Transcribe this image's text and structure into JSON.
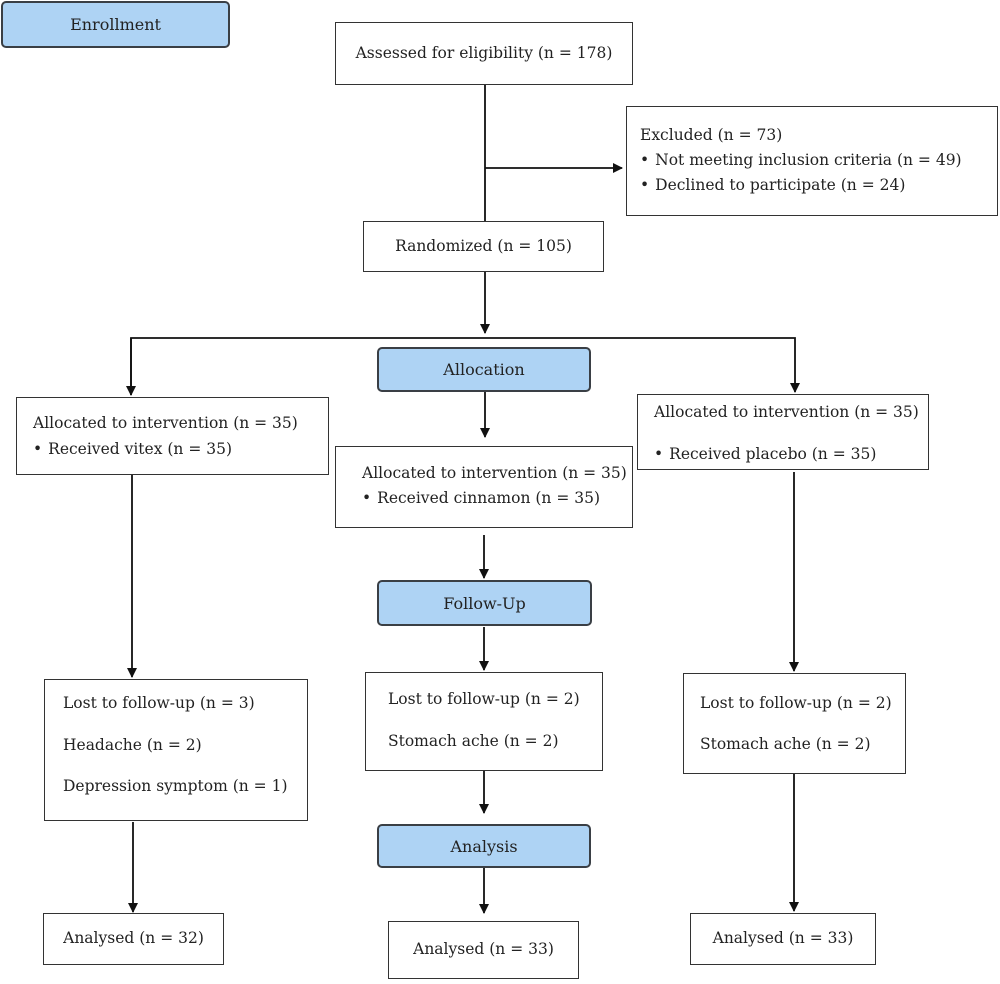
{
  "stages": {
    "enrollment": "Enrollment",
    "allocation": "Allocation",
    "follow_up": "Follow-Up",
    "analysis": "Analysis"
  },
  "assessed": "Assessed for eligibility (n = 178)",
  "excluded": {
    "title": "Excluded (n =  73)",
    "items": [
      "Not meeting inclusion criteria (n = 49)",
      "Declined to participate (n = 24)"
    ]
  },
  "randomized": "Randomized (n = 105)",
  "arms": [
    {
      "allocated": "Allocated to intervention (n = 35)",
      "received": "Received vitex (n = 35)",
      "lost": [
        "Lost to follow-up (n = 3)",
        "Headache (n = 2)",
        "Depression symptom (n = 1)"
      ],
      "analysed": "Analysed (n = 32)"
    },
    {
      "allocated": "Allocated to intervention (n = 35)",
      "received": "Received cinnamon (n = 35)",
      "lost": [
        "Lost to follow-up (n = 2)",
        "Stomach ache (n = 2)"
      ],
      "analysed": "Analysed (n = 33)"
    },
    {
      "allocated": "Allocated to intervention (n = 35)",
      "received": "Received placebo (n = 35)",
      "lost": [
        "Lost to follow-up (n = 2)",
        "Stomach ache (n = 2)"
      ],
      "analysed": "Analysed (n = 33)"
    }
  ]
}
